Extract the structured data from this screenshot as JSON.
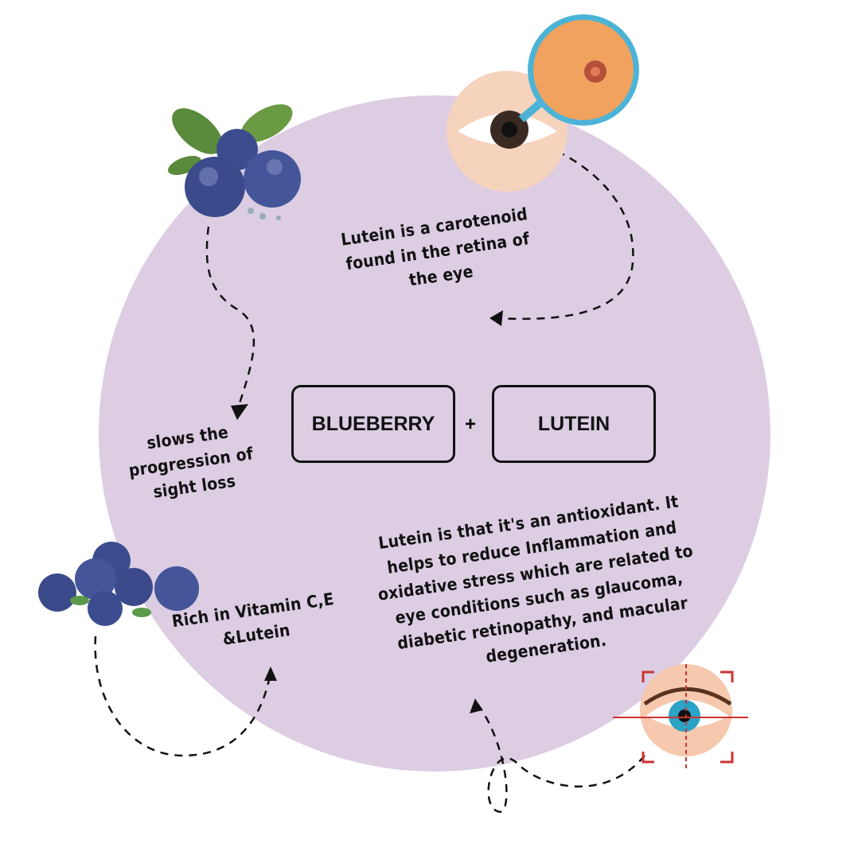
{
  "center": {
    "left_box": "BLUEBERRY",
    "operator": "+",
    "right_box": "LUTEIN"
  },
  "notes": {
    "retina": [
      "Lutein is a carotenoid",
      "found in the retina of",
      "the eye"
    ],
    "sight_loss": [
      "slows the",
      "progression of",
      "sight loss"
    ],
    "vitamins": [
      "Rich in Vitamin C,E",
      "&Lutein"
    ],
    "antioxidant": [
      "Lutein is that it's an antioxidant. It",
      "helps to reduce Inflammation and",
      "oxidative stress which are related to",
      "eye conditions such as glaucoma,",
      "diabetic retinopathy, and macular",
      "degeneration."
    ]
  },
  "colors": {
    "circle": "#dccde3",
    "berry": "#3b4a8a",
    "leaf": "#5a8a3c",
    "skin": "#f6d3bd",
    "iris": "#2aa3c6"
  }
}
